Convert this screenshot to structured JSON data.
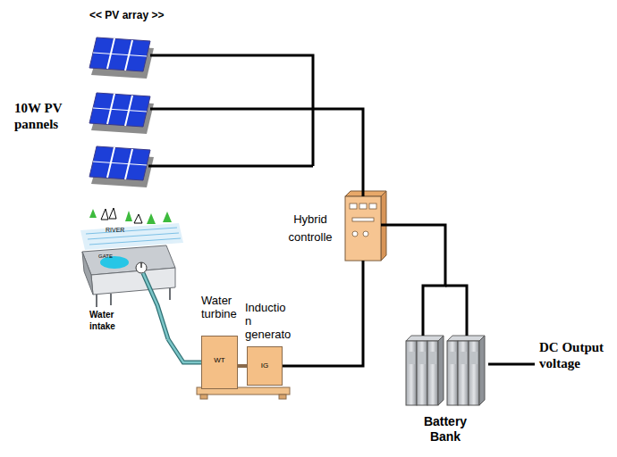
{
  "diagram": {
    "nodes": [
      {
        "text": [
          "<< PV array >>",
          "10W PV pannels"
        ]
      },
      {
        "text": [
          "Hybrid controlle"
        ]
      },
      {
        "text": [
          "RIVER",
          "GATE",
          "Water intake"
        ]
      },
      {
        "text": [
          "Water turbine",
          "WT"
        ]
      },
      {
        "text": [
          "Inductio n generato",
          "IG"
        ]
      },
      {
        "text": [
          "Battery Bank"
        ]
      }
    ],
    "edges": [
      {
        "from": 0,
        "to": 1,
        "arrow": "none"
      },
      {
        "from": 2,
        "to": 3,
        "arrow": "none"
      },
      {
        "from": 3,
        "to": 4,
        "arrow": "none"
      },
      {
        "from": 4,
        "to": 1,
        "arrow": "none"
      },
      {
        "from": 1,
        "to": 5,
        "arrow": "none"
      }
    ],
    "labels": [
      "DC Output voltage"
    ]
  }
}
